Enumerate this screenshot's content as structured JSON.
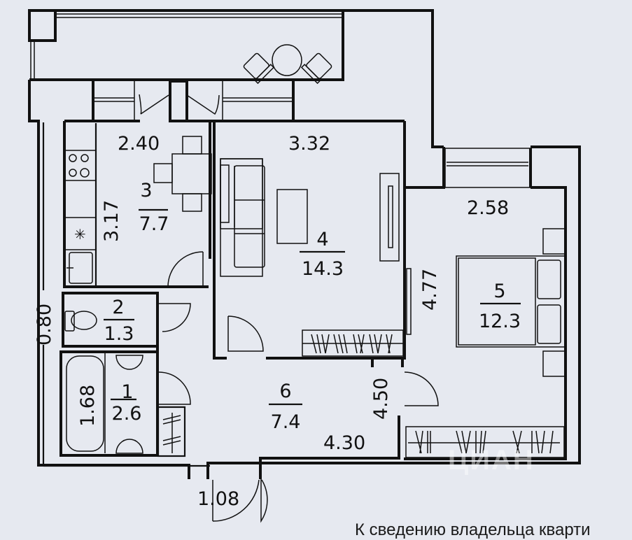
{
  "plan": {
    "colors": {
      "background": "#e6e9f0",
      "line": "#111111"
    },
    "rooms": [
      {
        "id": "1",
        "name": "bathroom",
        "number": "1",
        "area": "2.6"
      },
      {
        "id": "2",
        "name": "toilet",
        "number": "2",
        "area": "1.3"
      },
      {
        "id": "3",
        "name": "kitchen",
        "number": "3",
        "area": "7.7"
      },
      {
        "id": "4",
        "name": "living-room",
        "number": "4",
        "area": "14.3"
      },
      {
        "id": "5",
        "name": "bedroom",
        "number": "5",
        "area": "12.3"
      },
      {
        "id": "6",
        "name": "hallway",
        "number": "6",
        "area": "7.4"
      }
    ],
    "dimensions": {
      "kitchen_width": "2.40",
      "kitchen_length": "3.17",
      "living_width": "3.32",
      "bedroom_width": "2.58",
      "bedroom_length": "4.77",
      "hall_length": "4.50",
      "hall_width": "4.30",
      "bath_length": "1.68",
      "left_offset": "0.80",
      "entrance_width": "1.08"
    }
  },
  "footer": {
    "text": "К сведению владельца кварти"
  },
  "watermark": {
    "text": "ЦИАН"
  }
}
